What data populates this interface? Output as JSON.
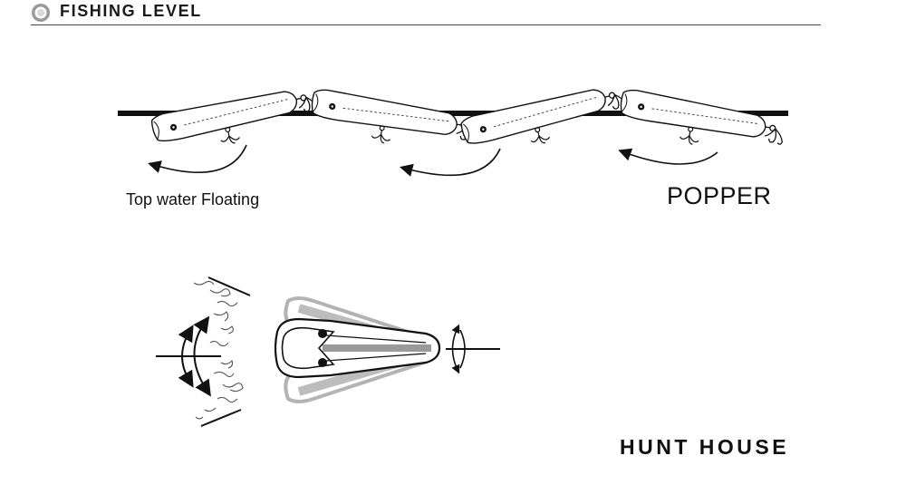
{
  "header": {
    "title": "FISHING LEVEL",
    "icon": "ring-icon"
  },
  "labels": {
    "action": "Top water Floating",
    "lure_type": "POPPER",
    "brand": "HUNT HOUSE"
  },
  "colors": {
    "line": "#111111",
    "lure_body": "#ffffff",
    "ghost": "#b5b5b5"
  }
}
